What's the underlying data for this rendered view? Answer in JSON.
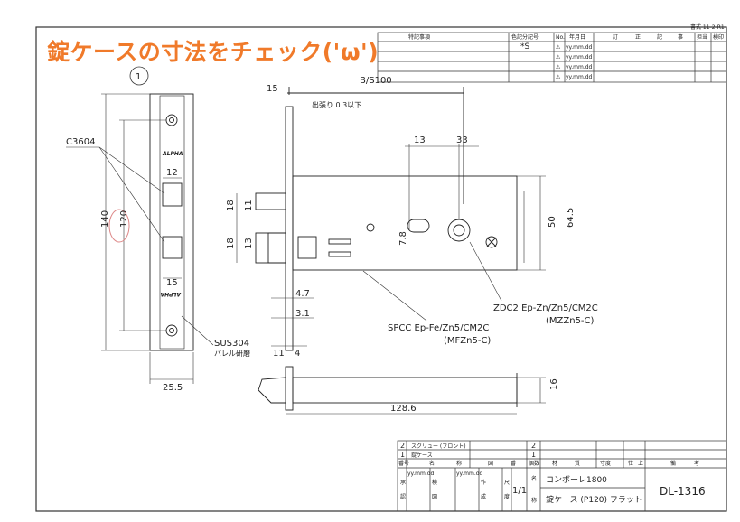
{
  "overlay_title": "錠ケースの寸法をチェック('ω')",
  "top_table": {
    "form_no": "書式 11-2-R1",
    "left_header": "特記事項",
    "headers": [
      "色記分記号",
      "No.",
      "年月日",
      "訂",
      "正",
      "記",
      "事",
      "担当",
      "検印"
    ],
    "row1_code": "*S",
    "rows": [
      {
        "no": "⚠",
        "date": "yy.mm.dd"
      },
      {
        "no": "⚠",
        "date": "yy.mm.dd"
      },
      {
        "no": "⚠",
        "date": "yy.mm.dd"
      },
      {
        "no": "⚠",
        "date": "yy.mm.dd"
      }
    ]
  },
  "item_number": "1",
  "front_view": {
    "callout_label": "C3604",
    "brand_top": "ALPHA",
    "brand_bottom": "ALPHA",
    "material_label": "SUS304",
    "material_sub": "バレル研磨",
    "dims": {
      "width": "25.5",
      "height": "140",
      "pitch": "120",
      "hole_w_top": "12",
      "hole_w_bottom": "15"
    }
  },
  "side_view": {
    "backset": "B/S100",
    "offset": "15",
    "note": "出張り 0.3以下",
    "dims": {
      "d13": "13",
      "d33": "33",
      "d50": "50",
      "d64_5": "64.5",
      "d7_8": "7.8",
      "d18a": "18",
      "d11": "11",
      "d18b": "18",
      "d13b": "13",
      "d4_7": "4.7",
      "d3_1": "3.1",
      "d11b": "11",
      "d4": "4"
    },
    "label_zdc": "ZDC2 Ep-Zn/Zn5/CM2C",
    "label_zdc_sub": "(MZZn5-C)",
    "label_spcc": "SPCC Ep-Fe/Zn5/CM2C",
    "label_spcc_sub": "(MFZn5-C)"
  },
  "bottom_view": {
    "length": "128.6",
    "thickness": "16"
  },
  "title_block": {
    "parts": [
      {
        "no": "2",
        "name": "スクリュー (フロント)",
        "qty": "2"
      },
      {
        "no": "1",
        "name": "錠ケース",
        "qty": "1"
      }
    ],
    "part_headers": [
      "番号",
      "名",
      "称",
      "図",
      "番",
      "個数",
      "材",
      "質",
      "寸度",
      "仕",
      "上",
      "備",
      "考"
    ],
    "date_placeholder": "yy.mm.dd",
    "scale": "1/1",
    "product_name": "コンボーレ1800",
    "drawing_title": "錠ケース (P120) フラット",
    "drawing_number": "DL-1316",
    "stamps": [
      "承",
      "認",
      "検",
      "図",
      "作",
      "成",
      "尺",
      "度",
      "名",
      "称"
    ]
  }
}
